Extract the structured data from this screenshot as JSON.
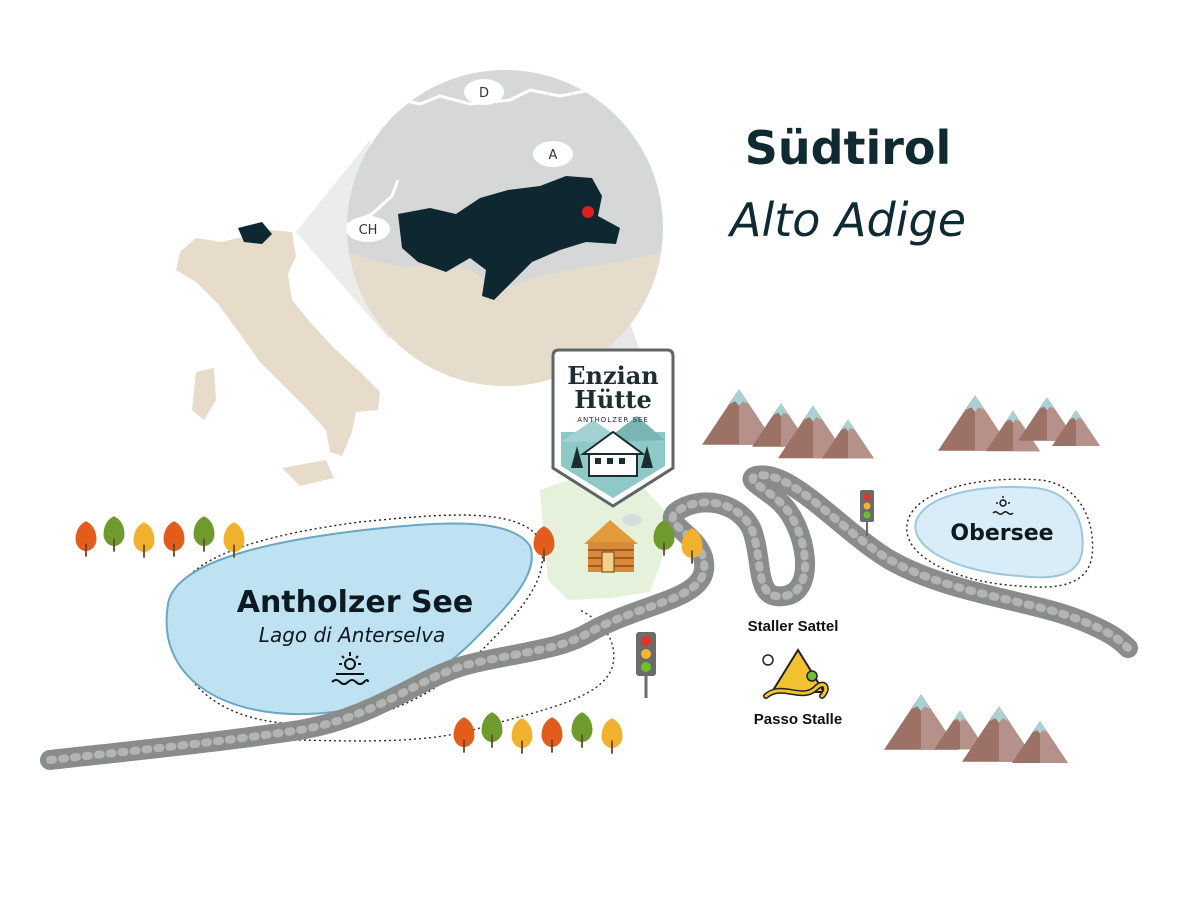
{
  "title": {
    "line1": "Südtirol",
    "line2": "Alto Adige"
  },
  "inset": {
    "labels": [
      "D",
      "A",
      "CH"
    ],
    "region_color": "#0e2730",
    "marker_color": "#e0201c"
  },
  "logo": {
    "line1": "Enzian",
    "line2": "Hütte",
    "subtitle": "ANTHOLZER SEE"
  },
  "lakes": {
    "antholzer": {
      "name": "Antholzer See",
      "subtitle": "Lago di Anterselva"
    },
    "obersee": {
      "name": "Obersee"
    }
  },
  "pass": {
    "name_top": "Staller Sattel",
    "name_bottom": "Passo Stalle"
  },
  "icons": [
    "sun-over-water-icon",
    "traffic-light-icon",
    "mountain-pass-icon",
    "hut-icon",
    "tree-icon",
    "mountain-icon"
  ],
  "colors": {
    "road": "#8a8c8c",
    "lake": "#bfe2f3",
    "land": "#e6dccb",
    "inset_bg": "#d6d8d8",
    "mountain": "#a3786c",
    "snow": "#a9d3d3",
    "tree_orange": "#e25c1c",
    "tree_green": "#6f9a2e",
    "tree_yellow": "#f0b22e"
  }
}
